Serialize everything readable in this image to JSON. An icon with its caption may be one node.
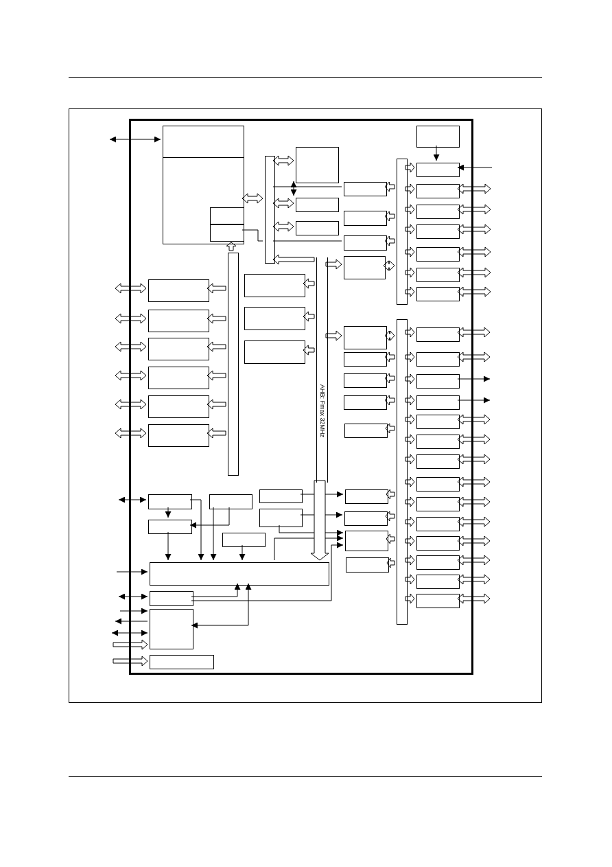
{
  "diagram": {
    "nodes": [
      {
        "text": [],
        "shape": "box"
      },
      {
        "text": [],
        "shape": "box",
        "in": 0
      },
      {
        "text": [],
        "shape": "box",
        "in": 1
      },
      {
        "text": [],
        "shape": "box",
        "in": 1
      },
      {
        "text": [],
        "shape": "bar",
        "in": 0
      },
      {
        "text": [],
        "shape": "box",
        "in": 0
      },
      {
        "text": [],
        "shape": "box",
        "in": 0
      },
      {
        "text": [],
        "shape": "box",
        "in": 0
      },
      {
        "text": [],
        "shape": "box",
        "in": 0
      },
      {
        "text": [],
        "shape": "box",
        "in": 0
      },
      {
        "text": [],
        "shape": "box",
        "in": 0
      },
      {
        "text": [],
        "shape": "box",
        "in": 0
      },
      {
        "text": [],
        "shape": "box",
        "in": 0
      },
      {
        "text": [],
        "shape": "bar",
        "in": 0
      },
      {
        "text": [],
        "shape": "box",
        "in": 0
      },
      {
        "text": [],
        "shape": "box",
        "in": 0
      },
      {
        "text": [],
        "shape": "box",
        "in": 0
      },
      {
        "text": [],
        "shape": "box",
        "in": 0
      },
      {
        "text": [],
        "shape": "box",
        "in": 0
      },
      {
        "text": [],
        "shape": "box",
        "in": 0
      },
      {
        "text": [],
        "shape": "box",
        "in": 0
      },
      {
        "text": [],
        "shape": "box",
        "in": 0
      },
      {
        "text": [],
        "shape": "box",
        "in": 0
      },
      {
        "text": [],
        "shape": "box",
        "in": 0
      },
      {
        "text": [],
        "shape": "box",
        "in": 0
      },
      {
        "text": [],
        "shape": "box",
        "in": 0
      },
      {
        "text": [],
        "shape": "box",
        "in": 0
      },
      {
        "text": [],
        "shape": "box",
        "in": 0
      },
      {
        "text": [],
        "shape": "box",
        "in": 0
      },
      {
        "text": [],
        "shape": "box",
        "in": 0
      },
      {
        "text": [],
        "shape": "bar",
        "in": 0
      },
      {
        "text": [
          "AHB: Fmax 32MHz"
        ],
        "in": 0
      },
      {
        "text": [],
        "shape": "box",
        "in": 0
      },
      {
        "text": [],
        "shape": "box",
        "in": 0
      },
      {
        "text": [],
        "shape": "box",
        "in": 0
      },
      {
        "text": [],
        "shape": "box",
        "in": 0
      },
      {
        "text": [],
        "shape": "box",
        "in": 0
      },
      {
        "text": [],
        "shape": "box",
        "in": 0
      },
      {
        "text": [],
        "shape": "box",
        "in": 0
      },
      {
        "text": [],
        "shape": "box",
        "in": 0
      },
      {
        "text": [],
        "shape": "box",
        "in": 0
      },
      {
        "text": [],
        "shape": "bar",
        "in": 0
      },
      {
        "text": [],
        "shape": "box",
        "in": 0
      },
      {
        "text": [],
        "shape": "box",
        "in": 0
      },
      {
        "text": [],
        "shape": "box",
        "in": 0
      },
      {
        "text": [],
        "shape": "box",
        "in": 0
      },
      {
        "text": [],
        "shape": "box",
        "in": 0
      },
      {
        "text": [],
        "shape": "box",
        "in": 0
      },
      {
        "text": [],
        "shape": "box",
        "in": 0
      },
      {
        "text": [],
        "shape": "box",
        "in": 0
      },
      {
        "text": [],
        "shape": "box",
        "in": 0
      },
      {
        "text": [],
        "shape": "box",
        "in": 0
      },
      {
        "text": [],
        "shape": "box",
        "in": 0
      },
      {
        "text": [],
        "shape": "box",
        "in": 0
      },
      {
        "text": [],
        "shape": "box",
        "in": 0
      },
      {
        "text": [],
        "shape": "box",
        "in": 0
      },
      {
        "text": [],
        "shape": "box",
        "in": 0
      },
      {
        "text": [],
        "shape": "box",
        "in": 0
      },
      {
        "text": [],
        "shape": "box",
        "in": 0
      },
      {
        "text": [],
        "shape": "box",
        "in": 0
      },
      {
        "text": [],
        "shape": "box",
        "in": 0
      },
      {
        "text": [],
        "shape": "box",
        "in": 0
      },
      {
        "text": [],
        "shape": "box",
        "in": 0
      },
      {
        "text": [],
        "shape": "box",
        "in": 0
      },
      {
        "text": [],
        "shape": "box",
        "in": 0
      },
      {
        "text": [],
        "shape": "box",
        "in": 0
      }
    ],
    "edges": [
      {
        "from": null,
        "to": 1,
        "arrow": "both"
      },
      {
        "from": 4,
        "to": 1,
        "arrow": "both",
        "style": "thick"
      },
      {
        "from": 4,
        "to": 5,
        "arrow": "both",
        "style": "thick"
      },
      {
        "from": 4,
        "to": 6,
        "arrow": "both",
        "style": "thick"
      },
      {
        "from": 4,
        "to": 7,
        "arrow": "both",
        "style": "thick"
      },
      {
        "from": 5,
        "to": 6,
        "arrow": "both"
      },
      {
        "from": 8,
        "to": 4,
        "arrow": "none"
      },
      {
        "from": 1,
        "to": 4,
        "arrow": "none"
      },
      {
        "from": 10,
        "to": 4,
        "arrow": "none"
      },
      {
        "from": 13,
        "to": 8,
        "arrow": "to",
        "style": "thick"
      },
      {
        "from": 13,
        "to": 9,
        "arrow": "to",
        "style": "thick"
      },
      {
        "from": 13,
        "to": 10,
        "arrow": "to",
        "style": "thick"
      },
      {
        "from": 13,
        "to": 11,
        "arrow": "both",
        "style": "thick"
      },
      {
        "from": 13,
        "to": 14,
        "arrow": "to",
        "style": "thick"
      },
      {
        "from": 13,
        "to": 15,
        "arrow": "to",
        "style": "thick"
      },
      {
        "from": 13,
        "to": 16,
        "arrow": "to",
        "style": "thick"
      },
      {
        "from": 13,
        "to": 17,
        "arrow": "to",
        "style": "thick"
      },
      {
        "from": 13,
        "to": 18,
        "arrow": "to",
        "style": "thick"
      },
      {
        "from": 13,
        "to": 19,
        "arrow": "to",
        "style": "thick"
      },
      {
        "from": 13,
        "to": 20,
        "arrow": "to",
        "style": "thick"
      },
      {
        "from": 12,
        "to": 14,
        "arrow": "to"
      },
      {
        "from": null,
        "to": 14,
        "arrow": "to"
      },
      {
        "from": 15,
        "to": null,
        "arrow": "both",
        "style": "thick"
      },
      {
        "from": 16,
        "to": null,
        "arrow": "both",
        "style": "thick"
      },
      {
        "from": 17,
        "to": null,
        "arrow": "both",
        "style": "thick"
      },
      {
        "from": 18,
        "to": null,
        "arrow": "both",
        "style": "thick"
      },
      {
        "from": 19,
        "to": null,
        "arrow": "both",
        "style": "thick"
      },
      {
        "from": 20,
        "to": null,
        "arrow": "both",
        "style": "thick"
      },
      {
        "from": 31,
        "to": 4,
        "arrow": "to",
        "style": "thick"
      },
      {
        "from": 31,
        "to": 11,
        "arrow": "to",
        "style": "thick"
      },
      {
        "from": 31,
        "to": 21,
        "arrow": "to",
        "style": "thick"
      },
      {
        "from": 31,
        "to": 22,
        "arrow": "to",
        "style": "thick"
      },
      {
        "from": 31,
        "to": 23,
        "arrow": "to",
        "style": "thick"
      },
      {
        "from": 31,
        "to": 32,
        "arrow": "to",
        "style": "thick"
      },
      {
        "from": 41,
        "to": 33,
        "arrow": "to",
        "style": "thick"
      },
      {
        "from": 41,
        "to": 34,
        "arrow": "to",
        "style": "thick"
      },
      {
        "from": 41,
        "to": 35,
        "arrow": "to",
        "style": "thick"
      },
      {
        "from": 41,
        "to": 36,
        "arrow": "to",
        "style": "thick"
      },
      {
        "from": 41,
        "to": 32,
        "arrow": "both",
        "style": "thick"
      },
      {
        "from": 41,
        "to": 37,
        "arrow": "to",
        "style": "thick"
      },
      {
        "from": 41,
        "to": 38,
        "arrow": "to",
        "style": "thick"
      },
      {
        "from": 41,
        "to": 39,
        "arrow": "to",
        "style": "thick"
      },
      {
        "from": 41,
        "to": 40,
        "arrow": "to",
        "style": "thick"
      },
      {
        "from": 41,
        "to": 42,
        "arrow": "to",
        "style": "thick"
      },
      {
        "from": 41,
        "to": 43,
        "arrow": "to",
        "style": "thick"
      },
      {
        "from": 41,
        "to": 44,
        "arrow": "to",
        "style": "thick"
      },
      {
        "from": 41,
        "to": 45,
        "arrow": "to",
        "style": "thick"
      },
      {
        "from": 41,
        "to": 46,
        "arrow": "to",
        "style": "thick"
      },
      {
        "from": 41,
        "to": 47,
        "arrow": "to",
        "style": "thick"
      },
      {
        "from": 41,
        "to": 48,
        "arrow": "to",
        "style": "thick"
      },
      {
        "from": 41,
        "to": 49,
        "arrow": "to",
        "style": "thick"
      },
      {
        "from": 41,
        "to": 50,
        "arrow": "to",
        "style": "thick"
      },
      {
        "from": 41,
        "to": 51,
        "arrow": "to",
        "style": "thick"
      },
      {
        "from": 41,
        "to": 52,
        "arrow": "to",
        "style": "thick"
      },
      {
        "from": 41,
        "to": 53,
        "arrow": "to",
        "style": "thick"
      },
      {
        "from": 41,
        "to": 54,
        "arrow": "to",
        "style": "thick"
      },
      {
        "from": 41,
        "to": 55,
        "arrow": "to",
        "style": "thick"
      },
      {
        "from": 42,
        "to": null,
        "arrow": "both",
        "style": "thick"
      },
      {
        "from": 43,
        "to": null,
        "arrow": "both",
        "style": "thick"
      },
      {
        "from": 44,
        "to": null,
        "arrow": "to"
      },
      {
        "from": 45,
        "to": null,
        "arrow": "to"
      },
      {
        "from": 46,
        "to": null,
        "arrow": "both",
        "style": "thick"
      },
      {
        "from": 47,
        "to": null,
        "arrow": "both",
        "style": "thick"
      },
      {
        "from": 48,
        "to": null,
        "arrow": "both",
        "style": "thick"
      },
      {
        "from": 49,
        "to": null,
        "arrow": "both",
        "style": "thick"
      },
      {
        "from": 50,
        "to": null,
        "arrow": "both",
        "style": "thick"
      },
      {
        "from": 51,
        "to": null,
        "arrow": "both",
        "style": "thick"
      },
      {
        "from": 52,
        "to": null,
        "arrow": "both",
        "style": "thick"
      },
      {
        "from": 53,
        "to": null,
        "arrow": "both",
        "style": "thick"
      },
      {
        "from": 54,
        "to": null,
        "arrow": "both",
        "style": "thick"
      },
      {
        "from": 55,
        "to": null,
        "arrow": "both",
        "style": "thick"
      },
      {
        "from": 30,
        "to": 24,
        "arrow": "to",
        "style": "thick"
      },
      {
        "from": 30,
        "to": 25,
        "arrow": "to",
        "style": "thick"
      },
      {
        "from": 30,
        "to": 26,
        "arrow": "to",
        "style": "thick"
      },
      {
        "from": 30,
        "to": 27,
        "arrow": "to",
        "style": "thick"
      },
      {
        "from": 30,
        "to": 28,
        "arrow": "to",
        "style": "thick"
      },
      {
        "from": 30,
        "to": 29,
        "arrow": "to",
        "style": "thick"
      },
      {
        "from": 30,
        "to": 1,
        "arrow": "to",
        "style": "thick"
      },
      {
        "from": 24,
        "to": null,
        "arrow": "both",
        "style": "thick"
      },
      {
        "from": 25,
        "to": null,
        "arrow": "both",
        "style": "thick"
      },
      {
        "from": 26,
        "to": null,
        "arrow": "both",
        "style": "thick"
      },
      {
        "from": 27,
        "to": null,
        "arrow": "both",
        "style": "thick"
      },
      {
        "from": 28,
        "to": null,
        "arrow": "both",
        "style": "thick"
      },
      {
        "from": 29,
        "to": null,
        "arrow": "both",
        "style": "thick"
      },
      {
        "from": null,
        "to": 56,
        "arrow": "both"
      },
      {
        "from": 56,
        "to": 57,
        "arrow": "to"
      },
      {
        "from": 56,
        "to": 62,
        "arrow": "to"
      },
      {
        "from": 58,
        "to": 62,
        "arrow": "to"
      },
      {
        "from": 58,
        "to": 57,
        "arrow": "to"
      },
      {
        "from": 57,
        "to": 62,
        "arrow": "to"
      },
      {
        "from": 59,
        "to": 62,
        "arrow": "to"
      },
      {
        "from": 60,
        "to": 37,
        "arrow": "to"
      },
      {
        "from": 61,
        "to": 38,
        "arrow": "to"
      },
      {
        "from": 61,
        "to": 39,
        "arrow": "to"
      },
      {
        "from": 62,
        "to": 39,
        "arrow": "to"
      },
      {
        "from": 63,
        "to": 39,
        "arrow": "to"
      },
      {
        "from": 63,
        "to": 62,
        "arrow": "to"
      },
      {
        "from": 64,
        "to": 62,
        "arrow": "both"
      },
      {
        "from": null,
        "to": 62,
        "arrow": "to"
      },
      {
        "from": null,
        "to": 63,
        "arrow": "both"
      },
      {
        "from": null,
        "to": 64,
        "arrow": "to"
      },
      {
        "from": 64,
        "to": null,
        "arrow": "to"
      },
      {
        "from": null,
        "to": 64,
        "arrow": "both"
      },
      {
        "from": null,
        "to": 64,
        "arrow": "to",
        "style": "thick"
      },
      {
        "from": null,
        "to": 65,
        "arrow": "to",
        "style": "thick"
      },
      {
        "from": 31,
        "to": 62,
        "arrow": "to",
        "style": "thick"
      }
    ]
  }
}
